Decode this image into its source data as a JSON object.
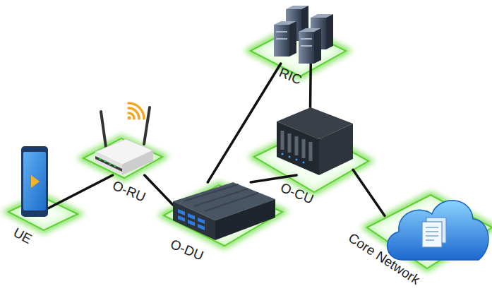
{
  "diagram": {
    "nodes": [
      {
        "text": [
          "UE"
        ]
      },
      {
        "text": [
          "O-RU"
        ]
      },
      {
        "text": [
          "O-DU"
        ]
      },
      {
        "text": [
          "RIC"
        ]
      },
      {
        "text": [
          "O-CU"
        ]
      },
      {
        "text": [
          "Core Network"
        ]
      }
    ],
    "edges": [
      {
        "from": 0,
        "to": 1,
        "arrow": "none"
      },
      {
        "from": 1,
        "to": 2,
        "arrow": "none"
      },
      {
        "from": 2,
        "to": 4,
        "arrow": "none"
      },
      {
        "from": 2,
        "to": 3,
        "arrow": "none"
      },
      {
        "from": 3,
        "to": 4,
        "arrow": "none"
      },
      {
        "from": 4,
        "to": 5,
        "arrow": "none"
      }
    ]
  }
}
